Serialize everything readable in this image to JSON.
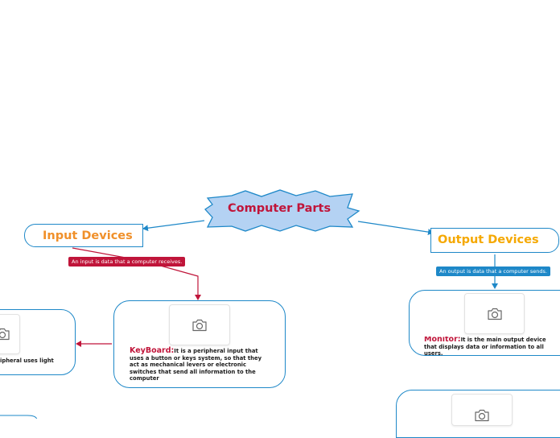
{
  "colors": {
    "central_fill": "#b4d2f3",
    "central_text": "#c0153a",
    "input_accent": "#f0902a",
    "output_accent": "#f5a800",
    "connector_input": "#c0153a",
    "connector_output": "#1e88c8",
    "node_border": "#1e88c8",
    "input_label_bg": "#c0153a",
    "output_label_bg": "#1e88c8"
  },
  "central": {
    "title": "Computer Parts"
  },
  "input": {
    "title": "Input Devices",
    "relation": "An input is data that a computer receives.",
    "keyboard": {
      "term": "KeyBoard:",
      "desc": "It is a peripheral input that uses a button or keys system, so that they act as mechanical levers or electronic switches that send all information to the computer",
      "image_icon": "camera-icon"
    },
    "left_card": {
      "partial_text": "ipheral uses light",
      "image_icon": "camera-icon"
    }
  },
  "output": {
    "title": "Output Devices",
    "relation": "An output is data that a computer sends.",
    "monitor": {
      "term": "Monitor:",
      "desc": "It is the main output device that displays data or information to all users.",
      "image_icon": "camera-icon"
    },
    "lower_card": {
      "image_icon": "camera-icon"
    }
  }
}
